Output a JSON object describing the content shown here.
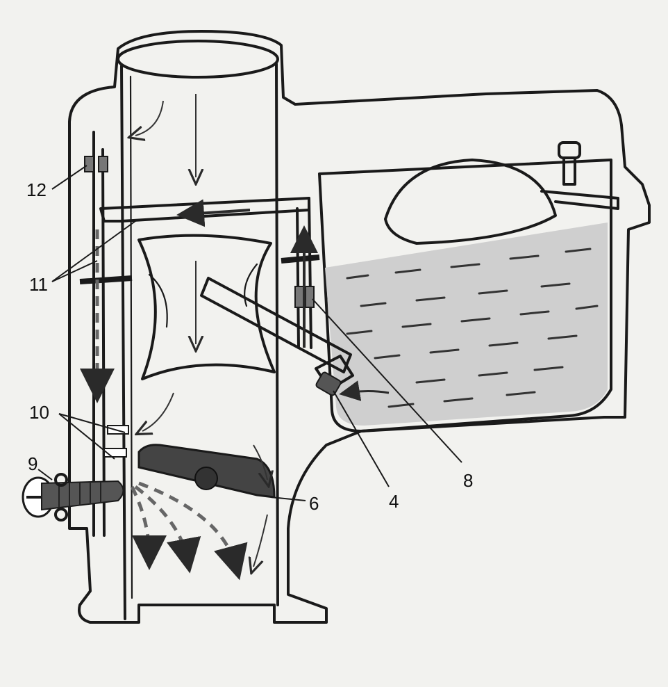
{
  "diagram": {
    "labels": {
      "l12": "12",
      "l11": "11",
      "l10": "10",
      "l9": "9",
      "l6": "6",
      "l4": "4",
      "l8": "8"
    }
  }
}
